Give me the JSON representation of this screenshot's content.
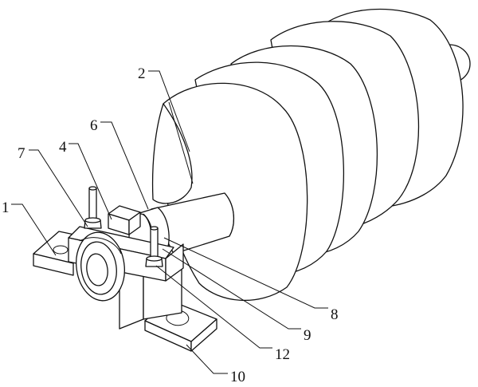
{
  "labels": {
    "l1": "1",
    "l2": "2",
    "l4": "4",
    "l6": "6",
    "l7": "7",
    "l8": "8",
    "l9": "9",
    "l10": "10",
    "l12": "12"
  }
}
